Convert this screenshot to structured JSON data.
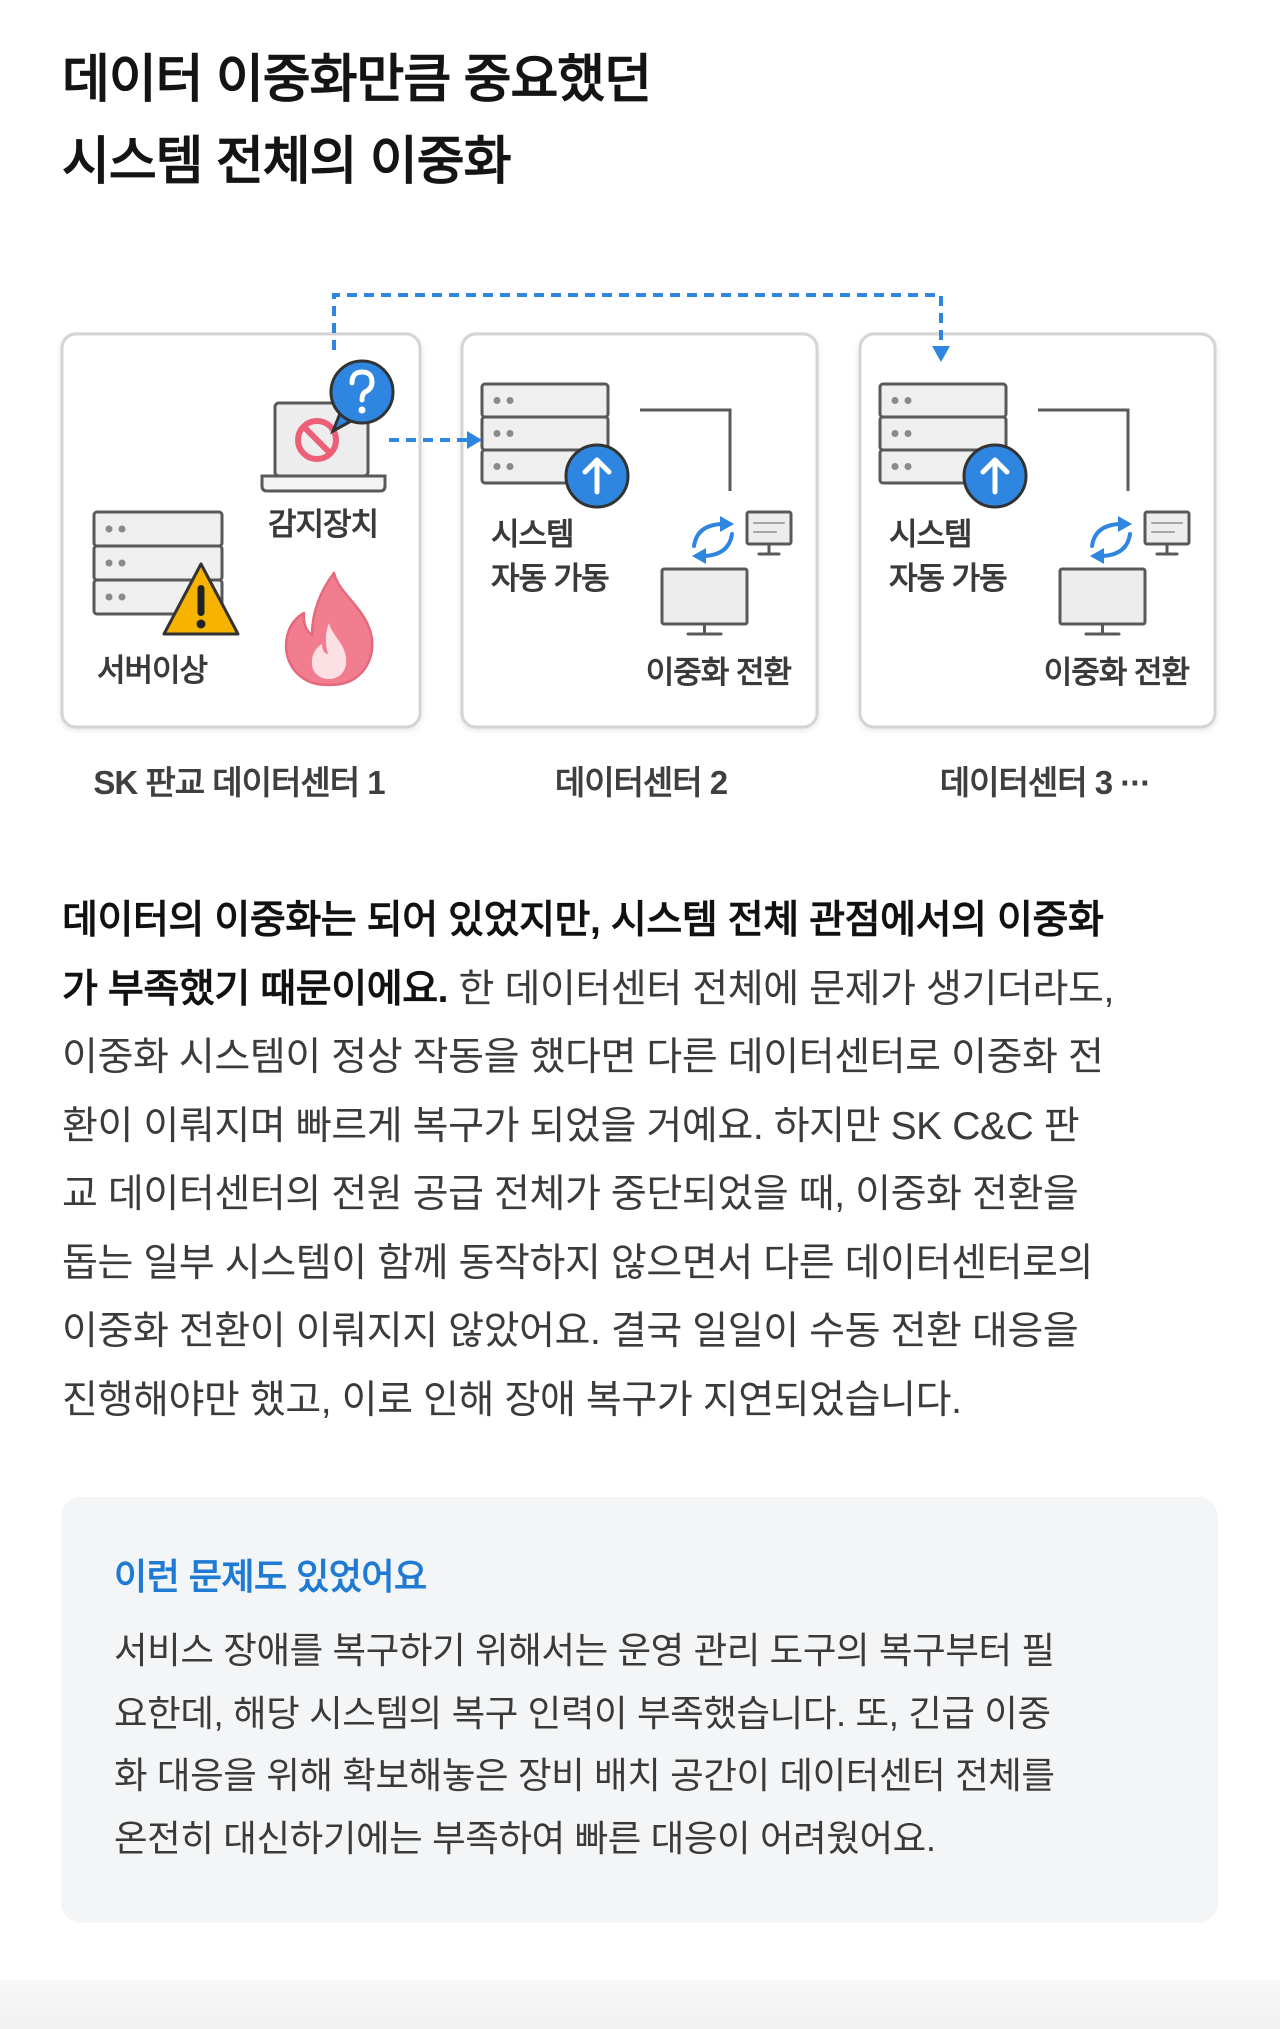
{
  "article": {
    "title_lines": [
      "데이터 이중화만큼 중요했던",
      "시스템 전체의 이중화"
    ],
    "diagram": {
      "datacenters": [
        {
          "caption": "SK 판교 데이터센터 1",
          "detector_label": "감지장치",
          "server_status_label": "서버이상",
          "icons": [
            "server-icon",
            "warning-icon",
            "laptop-icon",
            "prohibited-icon",
            "question-bubble-icon",
            "fire-icon"
          ]
        },
        {
          "caption": "데이터센터 2",
          "system_label_lines": [
            "시스템",
            "자동 가동"
          ],
          "switch_label": "이중화 전환",
          "icons": [
            "server-icon",
            "up-arrow-icon",
            "monitor-icon",
            "swap-arrows-icon"
          ]
        },
        {
          "caption": "데이터센터 3 ···",
          "system_label_lines": [
            "시스템",
            "자동 가동"
          ],
          "switch_label": "이중화 전환",
          "icons": [
            "server-icon",
            "up-arrow-icon",
            "monitor-icon",
            "swap-arrows-icon"
          ]
        }
      ],
      "links": [
        {
          "from": 0,
          "to": 1
        },
        {
          "from": 0,
          "to": 2
        }
      ]
    },
    "body": {
      "lines": [
        [
          {
            "text": "데이터의 이중화는 되어 있었지만, 시스템 전체 관점에서의 이중화",
            "bold": true
          }
        ],
        [
          {
            "text": "가 부족했기 때문이에요.",
            "bold": true
          },
          {
            "text": " 한 데이터센터 전체에 문제가 생기더라도,",
            "bold": false
          }
        ],
        [
          {
            "text": "이중화 시스템이 정상 작동을 했다면 다른 데이터센터로 이중화 전",
            "bold": false
          }
        ],
        [
          {
            "text": "환이 이뤄지며 빠르게 복구가 되었을 거예요. 하지만 SK C&C 판",
            "bold": false
          }
        ],
        [
          {
            "text": "교 데이터센터의 전원 공급 전체가 중단되었을 때, 이중화 전환을",
            "bold": false
          }
        ],
        [
          {
            "text": "돕는 일부 시스템이 함께 동작하지 않으면서 다른 데이터센터로의",
            "bold": false
          }
        ],
        [
          {
            "text": "이중화 전환이 이뤄지지 않았어요. 결국 일일이 수동 전환 대응을",
            "bold": false
          }
        ],
        [
          {
            "text": "진행해야만 했고, 이로 인해 장애 복구가 지연되었습니다.",
            "bold": false
          }
        ]
      ]
    },
    "callout": {
      "title": "이런 문제도 있었어요",
      "lines": [
        "서비스 장애를 복구하기 위해서는 운영 관리 도구의 복구부터 필",
        "요한데, 해당 시스템의 복구 인력이 부족했습니다. 또, 긴급 이중",
        "화 대응을 위해 확보해놓은 장비 배치 공간이 데이터센터 전체를",
        "온전히 대신하기에는 부족하여 빠른 대응이 어려웠어요."
      ]
    }
  },
  "colors": {
    "accent_blue": "#2f86e0",
    "callout_title": "#1f7ad4",
    "warning_yellow": "#f6b400",
    "fire_pink": "#f27d8e",
    "prohibited_pink": "#ec5f76",
    "callout_background": "#f4f5f7"
  }
}
